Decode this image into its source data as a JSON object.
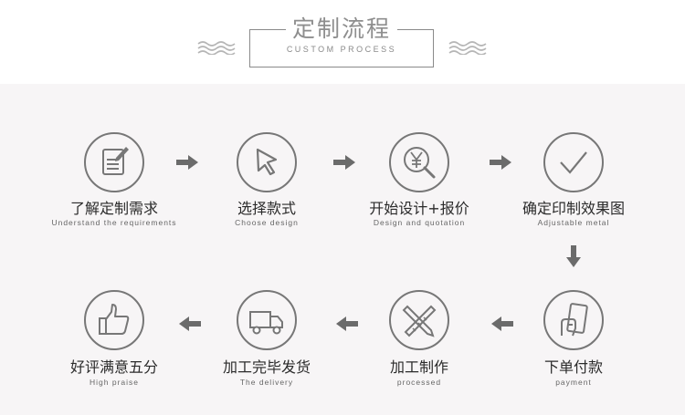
{
  "header": {
    "title": "定制流程",
    "subtitle": "CUSTOM PROCESS"
  },
  "steps": [
    {
      "label": "了解定制需求",
      "sub": "Understand the requirements",
      "icon": "document-pen-icon"
    },
    {
      "label": "选择款式",
      "sub": "Choose design",
      "icon": "cursor-icon"
    },
    {
      "label": "开始设计+报价",
      "sub": "Design and quotation",
      "icon": "yen-magnifier-icon"
    },
    {
      "label": "确定印制效果图",
      "sub": "Adjustable metal",
      "icon": "checkmark-icon"
    },
    {
      "label": "下单付款",
      "sub": "payment",
      "icon": "card-hand-icon"
    },
    {
      "label": "加工制作",
      "sub": "processed",
      "icon": "pencil-ruler-icon"
    },
    {
      "label": "加工完毕发货",
      "sub": "The delivery",
      "icon": "truck-icon"
    },
    {
      "label": "好评满意五分",
      "sub": "High praise",
      "icon": "thumbs-up-icon"
    }
  ],
  "colors": {
    "icon_stroke": "#777777",
    "arrow": "#6b6b6b",
    "panel_bg": "#f7f5f6",
    "title_gray": "#8e8e8e"
  }
}
